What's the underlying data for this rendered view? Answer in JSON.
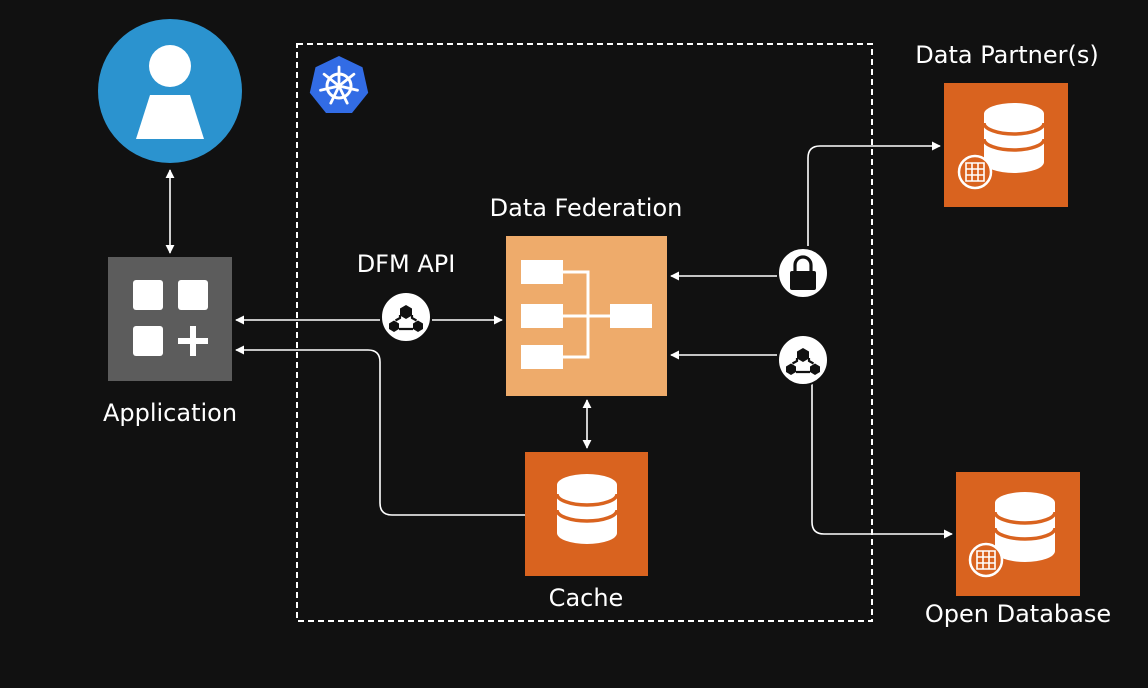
{
  "labels": {
    "application": "Application",
    "dfm_api": "DFM API",
    "data_federation": "Data Federation",
    "cache": "Cache",
    "data_partners": "Data Partner(s)",
    "open_database": "Open Database"
  },
  "icons": {
    "user": "user-icon",
    "application": "application-grid-plus-icon",
    "kubernetes": "kubernetes-helm-icon",
    "federation": "federation-hierarchy-icon",
    "database": "database-icon",
    "lock": "lock-icon",
    "api": "api-hexagon-icon"
  },
  "colors": {
    "background": "#111111",
    "user_circle": "#2b93cf",
    "application_box": "#5c5c5c",
    "federation_box": "#eeab6b",
    "database_box": "#d9631f",
    "kubernetes": "#326ce5",
    "connector": "#ffffff"
  }
}
